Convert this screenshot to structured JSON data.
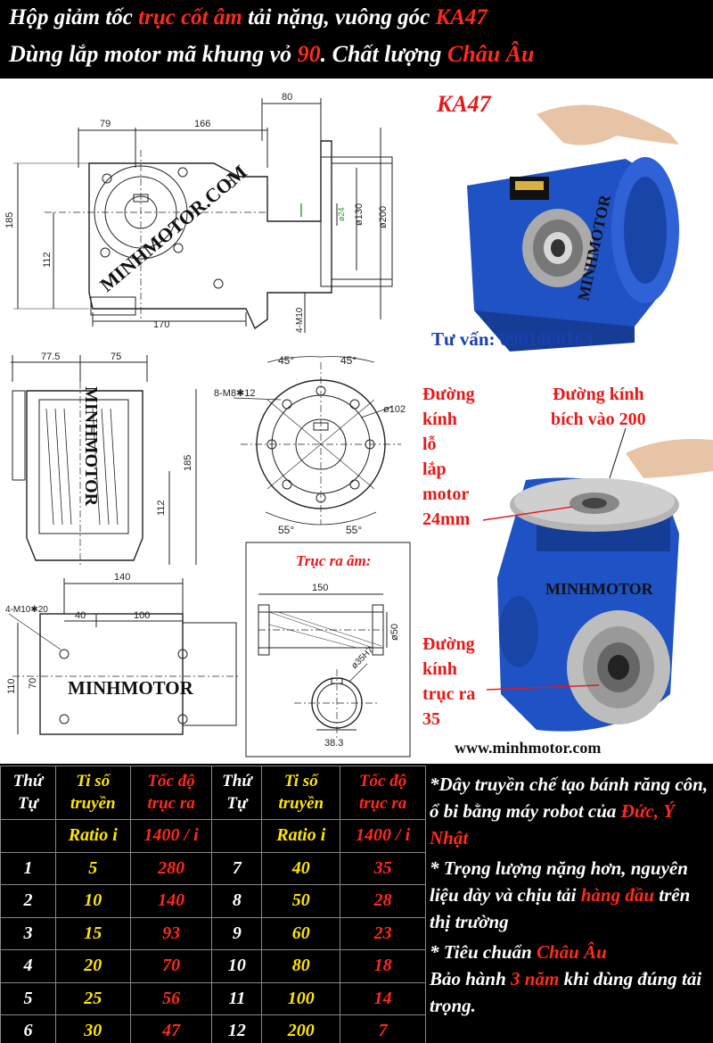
{
  "header": {
    "line1_a": "Hộp giảm tốc ",
    "line1_b": "trục cốt âm",
    "line1_c": " tải nặng, vuông góc ",
    "line1_d": "KA47",
    "line2_a": "Dùng lắp motor mã khung vỏ ",
    "line2_b": "90",
    "line2_c": ". Chất lượng ",
    "line2_d": "Châu Âu"
  },
  "drawing": {
    "dim_80": "80",
    "dim_79": "79",
    "dim_166": "166",
    "dim_185": "185",
    "dim_112": "112",
    "dim_170": "170",
    "dim_24": "ø24",
    "dim_130": "ø130",
    "dim_200": "ø200",
    "dim_m10": "4-M10",
    "watermark_diag": "MINHMOTOR.COM",
    "dim_775": "77.5",
    "dim_75": "75",
    "watermark_vert": "MINHMOTOR",
    "dim_185b": "185",
    "dim_112b": "112",
    "ang_45a": "45°",
    "ang_45b": "45°",
    "ang_55a": "55°",
    "ang_55b": "55°",
    "holes_label": "8-M8✱12",
    "dim_102": "ø102",
    "dim_140": "140",
    "dim_40": "40",
    "dim_100": "100",
    "m10_20": "4-M10✱20",
    "dim_110": "110",
    "dim_70": "70",
    "watermark_h": "MINHMOTOR",
    "shaft_title": "Trục ra âm:",
    "dim_150": "150",
    "dim_50": "ø50",
    "dim_35h7": "ø35H7",
    "dim_383": "38.3"
  },
  "photos": {
    "model": "KA47",
    "brand_side": "MINHMOTOR",
    "consult": "Tư vấn: 0901460163",
    "motor_hole": [
      "Đường",
      "kính",
      "lỗ",
      "lắp",
      "motor",
      "24mm"
    ],
    "flange": [
      "Đường kính",
      "bích vào 200"
    ],
    "brand_front": "MINHMOTOR",
    "out_shaft": [
      "Đường",
      "kính",
      "trục ra",
      "35"
    ],
    "website": "www.minhmotor.com"
  },
  "table": {
    "head_stt": [
      "Thứ",
      "Tự"
    ],
    "head_ratio": [
      "Ti số",
      "truyền"
    ],
    "head_speed": [
      "Tốc độ",
      "trục ra"
    ],
    "sub_ratio": "Ratio i",
    "sub_speed": "1400 / i",
    "rows": [
      {
        "a": "1",
        "b": "5",
        "c": "280",
        "d": "7",
        "e": "40",
        "f": "35"
      },
      {
        "a": "2",
        "b": "10",
        "c": "140",
        "d": "8",
        "e": "50",
        "f": "28"
      },
      {
        "a": "3",
        "b": "15",
        "c": "93",
        "d": "9",
        "e": "60",
        "f": "23"
      },
      {
        "a": "4",
        "b": "20",
        "c": "70",
        "d": "10",
        "e": "80",
        "f": "18"
      },
      {
        "a": "5",
        "b": "25",
        "c": "56",
        "d": "11",
        "e": "100",
        "f": "14"
      },
      {
        "a": "6",
        "b": "30",
        "c": "47",
        "d": "12",
        "e": "200",
        "f": "7"
      }
    ]
  },
  "notes": {
    "n1_a": "*Dây truyền chế tạo bánh răng côn, ổ bi bằng máy robot của ",
    "n1_b": "Đức, Ý Nhật",
    "n2_a": "* Trọng lượng nặng hơn, nguyên liệu dày và chịu tải ",
    "n2_b": "hàng đầu",
    "n2_c": " trên thị trường",
    "n3_a": "* Tiêu chuẩn ",
    "n3_b": "Châu Âu",
    "n3_c": "Bảo hành ",
    "n3_d": "3 năm",
    "n3_e": " khi dùng đúng tải trọng."
  },
  "colors": {
    "red": "#ff2a1a",
    "yellow": "#ffe600",
    "blue": "#1f52c4",
    "navy_text": "#1a3fb0"
  }
}
